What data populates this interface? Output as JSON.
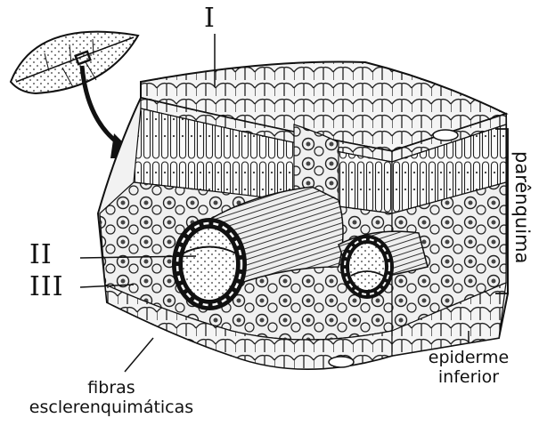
{
  "labels": {
    "upper_epidermis": "I",
    "vascular_bundle": "II",
    "bundle_sheath": "III",
    "parenchyma": "parênquima",
    "lower_epidermis_line1": "epiderme",
    "lower_epidermis_line2": "inferior",
    "fibers_line1": "fibras",
    "fibers_line2": "esclerenquimáticas"
  }
}
